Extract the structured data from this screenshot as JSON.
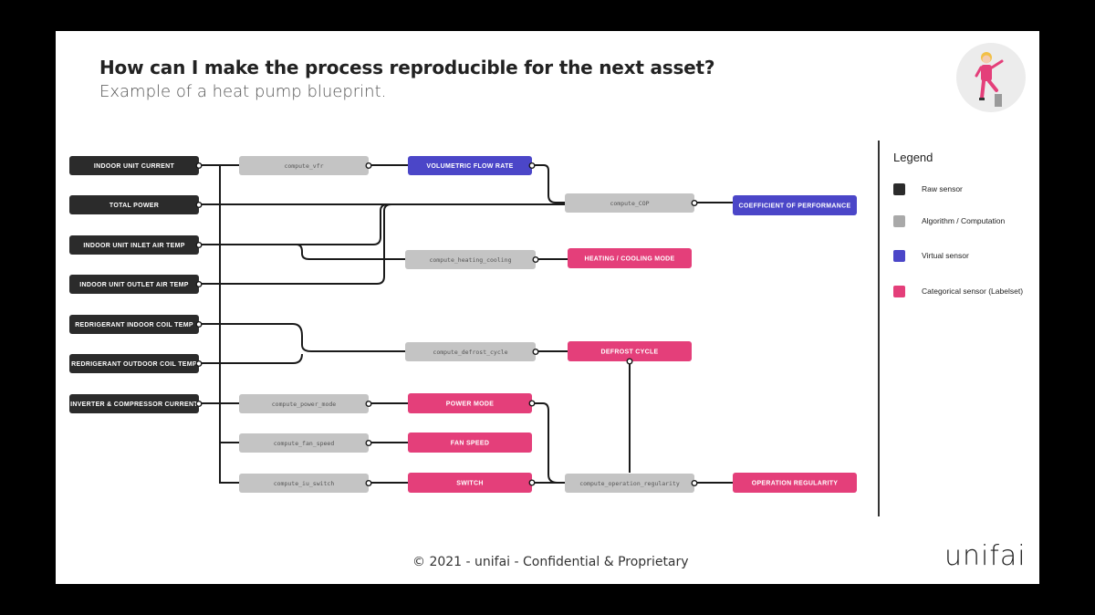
{
  "slide": {
    "title": "How can I make the process reproducible for the next asset?",
    "subtitle": "Example of a heat pump blueprint.",
    "footer": "© 2021 - unifai - Confidential & Proprietary",
    "brand": "unifai"
  },
  "colors": {
    "raw": "#2b2b2b",
    "algo": "#c4c4c4",
    "virtual": "#4b46c8",
    "categorical": "#e43f7a",
    "wire": "#1a1a1a"
  },
  "legend": {
    "title": "Legend",
    "items": [
      {
        "label": "Raw sensor",
        "color": "#2b2b2b"
      },
      {
        "label": "Algorithm / Computation",
        "color": "#a9a9a9"
      },
      {
        "label": "Virtual sensor",
        "color": "#4b46c8"
      },
      {
        "label": "Categorical sensor (Labelset)",
        "color": "#e43f7a"
      }
    ]
  },
  "nodes": {
    "raw": [
      "INDOOR UNIT CURRENT",
      "TOTAL POWER",
      "INDOOR UNIT INLET AIR TEMP",
      "INDOOR UNIT OUTLET AIR TEMP",
      "REDRIGERANT INDOOR COIL TEMP",
      "REDRIGERANT OUTDOOR COIL TEMP",
      "INVERTER & COMPRESSOR CURRENT"
    ],
    "algo": [
      "compute_vfr",
      "compute_COP",
      "compute_heating_cooling",
      "compute_defrost_cycle",
      "compute_power_mode",
      "compute_fan_speed",
      "compute_iu_switch",
      "compute_operation_regularity"
    ],
    "virtual": [
      "VOLUMETRIC FLOW RATE",
      "COEFFICIENT OF PERFORMANCE"
    ],
    "categorical": [
      "HEATING / COOLING MODE",
      "DEFROST CYCLE",
      "POWER MODE",
      "FAN SPEED",
      "SWITCH",
      "OPERATION REGULARITY"
    ]
  }
}
